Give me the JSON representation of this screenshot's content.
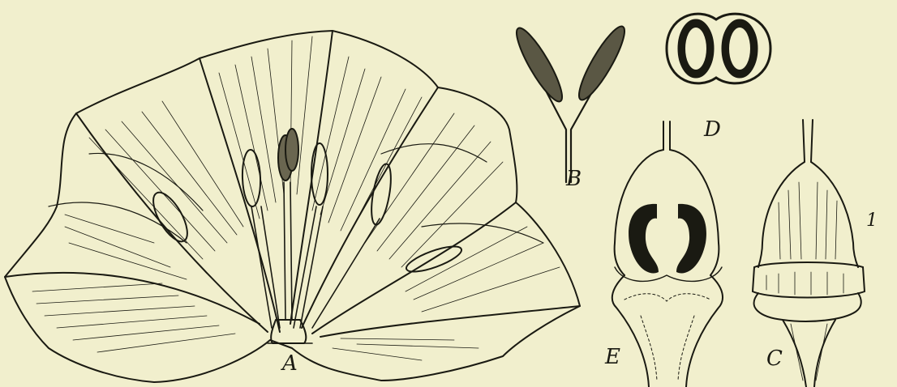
{
  "labels": {
    "a": "A",
    "b": "B",
    "c": "C",
    "d": "D",
    "e": "E",
    "c_side": "1"
  },
  "colors": {
    "paper": "#f1efcd",
    "ink": "#1a1a12"
  }
}
